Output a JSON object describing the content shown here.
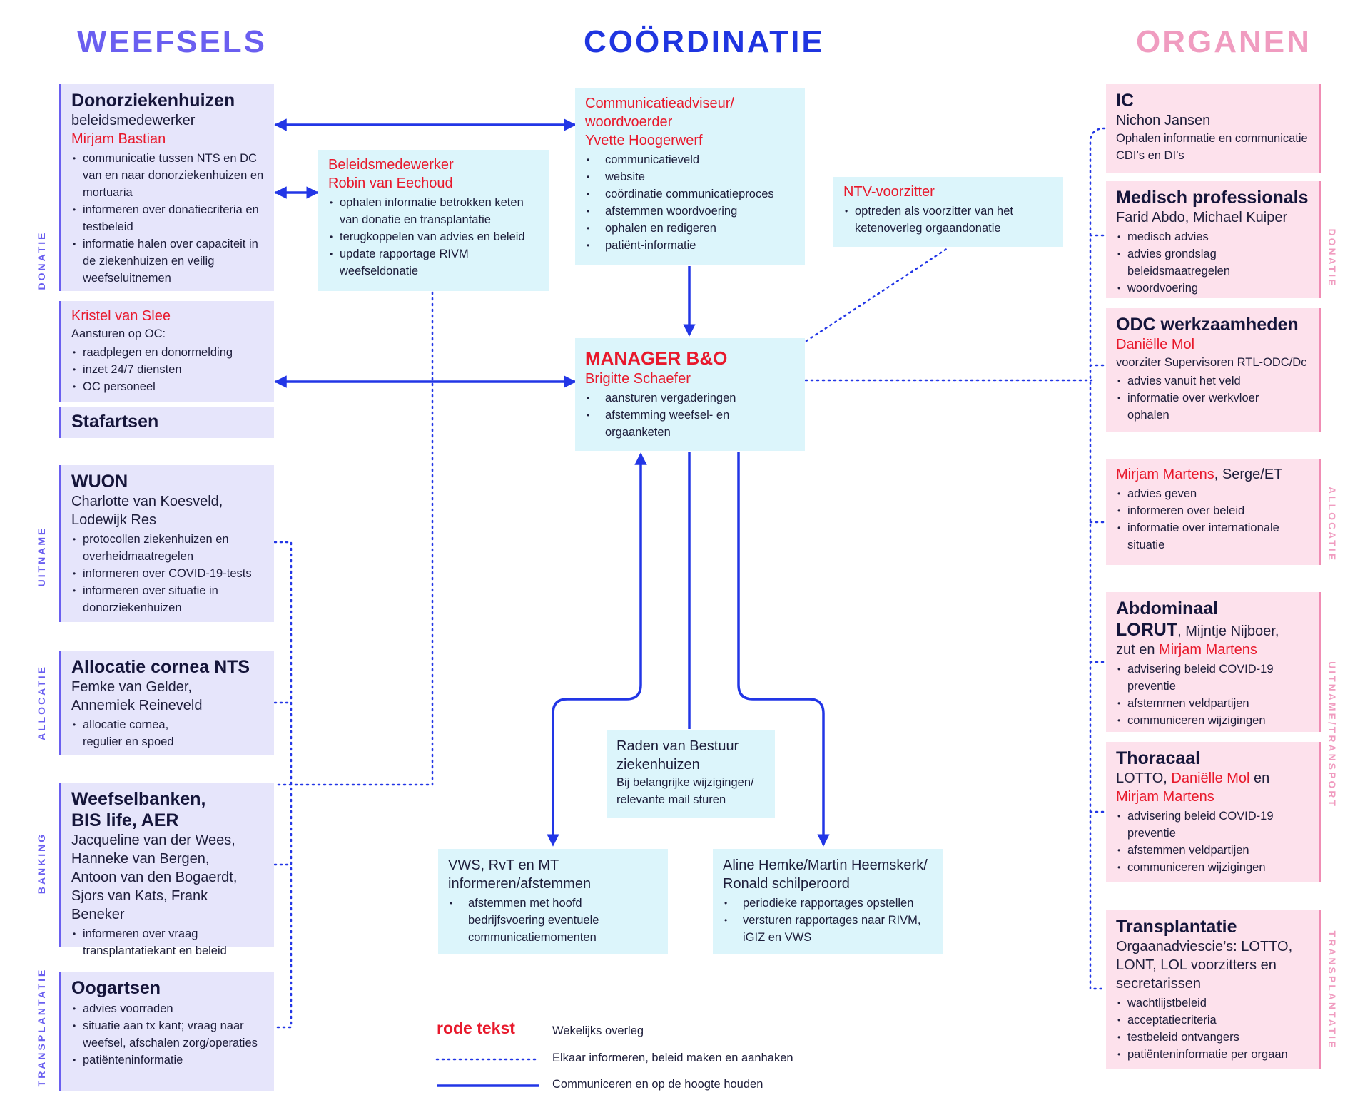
{
  "headings": {
    "left": "WEEFSELS",
    "center": "COÖRDINATIE",
    "right": "ORGANEN"
  },
  "side_labels_left": {
    "donatie": "DONATIE",
    "uitname": "UITNAME",
    "allocatie": "ALLOCATIE",
    "banking": "BANKING",
    "transplantatie": "TRANSPLANTATIE"
  },
  "side_labels_right": {
    "donatie": "DONATIE",
    "allocatie": "ALLOCATIE",
    "uitname_transport": "UITNAME/TRANSPORT",
    "transplantatie": "TRANSPLANTATIE"
  },
  "left": {
    "donorziekenhuizen": {
      "title": "Donorziekenhuizen",
      "role": "beleidsmedewerker",
      "person": "Mirjam Bastian",
      "bullets": [
        "communicatie tussen NTS en DC van en naar donorziekenhuizen en mortuaria",
        "informeren over donatiecriteria en testbeleid",
        "informatie halen over capaciteit in de ziekenhuizen en veilig weefseluitnemen"
      ]
    },
    "kristel": {
      "person": "Kristel van Slee",
      "role": "Aansturen op OC:",
      "bullets": [
        "raadplegen en donormelding",
        "inzet 24/7 diensten",
        "OC personeel"
      ]
    },
    "stafartsen": {
      "title": "Stafartsen"
    },
    "wuon": {
      "title": "WUON",
      "names": [
        "Charlotte van Koesveld,",
        "Lodewijk Res"
      ],
      "bullets": [
        "protocollen ziekenhuizen en overheidmaatregelen",
        "informeren over COVID-19-tests",
        "informeren over situatie in donorziekenhuizen"
      ]
    },
    "allocatie": {
      "title": "Allocatie cornea NTS",
      "names": [
        "Femke van Gelder,",
        "Annemiek Reineveld"
      ],
      "bullets": [
        "allocatie cornea, regulier en spoed"
      ]
    },
    "weefselbanken": {
      "title_lines": [
        "Weefselbanken,",
        "BIS life, AER"
      ],
      "names": [
        "Jacqueline van der Wees,",
        "Hanneke van Bergen,",
        "Antoon van den Bogaerdt,",
        "Sjors van Kats, Frank Beneker"
      ],
      "bullets": [
        "informeren over vraag transplantatiekant en beleid"
      ]
    },
    "oogartsen": {
      "title": "Oogartsen",
      "bullets": [
        "advies voorraden",
        "situatie aan tx kant; vraag naar weefsel, afschalen zorg/operaties",
        "patiënteninformatie"
      ]
    }
  },
  "center": {
    "communicatie": {
      "role_lines": [
        "Communicatieadviseur/",
        "woordvoerder"
      ],
      "person": "Yvette Hoogerwerf",
      "bullets": [
        "communicatieveld",
        "website",
        "coördinatie communicatieproces",
        "afstemmen woordvoering",
        "ophalen en redigeren",
        "patiënt-informatie"
      ]
    },
    "beleid": {
      "role": "Beleidsmedewerker",
      "person": "Robin van Eechoud",
      "bullets": [
        "ophalen informatie betrokken keten van donatie en transplantatie",
        "terugkoppelen van advies en beleid",
        "update rapportage RIVM weefseldonatie"
      ]
    },
    "ntv": {
      "role": "NTV-voorzitter",
      "bullets": [
        "optreden als voorzitter van het ketenoverleg orgaandonatie"
      ]
    },
    "manager": {
      "title": "MANAGER B&O",
      "person": "Brigitte Schaefer",
      "bullets": [
        "aansturen vergaderingen",
        "afstemming weefsel- en orgaanketen"
      ]
    },
    "raden": {
      "title_lines": [
        "Raden van Bestuur",
        "ziekenhuizen"
      ],
      "text_lines": [
        "Bij belangrijke wijzigingen/",
        "relevante mail sturen"
      ]
    },
    "vws": {
      "title_lines": [
        "VWS, RvT en MT",
        "informeren/afstemmen"
      ],
      "bullets": [
        "afstemmen met hoofd bedrijfsvoering eventuele communicatiemomenten"
      ]
    },
    "aline": {
      "title_lines": [
        "Aline Hemke/Martin Heemskerk/",
        "Ronald schilperoord"
      ],
      "bullets": [
        "periodieke rapportages opstellen",
        "versturen rapportages naar RIVM, iGIZ en VWS"
      ]
    }
  },
  "right": {
    "ic": {
      "title": "IC",
      "names": "Nichon Jansen",
      "text": "Ophalen informatie en communicatie CDI’s en DI’s"
    },
    "medisch": {
      "title": "Medisch professionals",
      "names": "Farid Abdo, Michael Kuiper",
      "bullets": [
        "medisch advies",
        "advies grondslag beleidsmaatregelen",
        "woordvoering"
      ]
    },
    "odc": {
      "title": "ODC werkzaamheden",
      "person": "Daniëlle Mol",
      "role": "voorziter Supervisoren RTL-ODC/Dc",
      "bullets": [
        "advies vanuit het veld",
        "informatie  over werkvloer ophalen"
      ]
    },
    "allocatie": {
      "person": "Mirjam Martens",
      "names_suffix": ", Serge/ET",
      "bullets": [
        "advies geven",
        "informeren over beleid",
        "informatie  over internationale situatie"
      ]
    },
    "abdominaal": {
      "title": "Abdominaal",
      "title2": "LORUT",
      "names_a": ", Mijntje Nijboer,",
      "names_b": "zut en ",
      "person": "Mirjam Martens",
      "bullets": [
        "advisering beleid COVID-19 preventie",
        "afstemmen veldpartijen",
        "communiceren wijzigingen"
      ]
    },
    "thoracaal": {
      "title": "Thoracaal",
      "names_a": "LOTTO, ",
      "person1": "Daniëlle Mol",
      "names_b": " en",
      "person2": "Mirjam Martens",
      "bullets": [
        "advisering beleid COVID-19 preventie",
        "afstemmen veldpartijen",
        "communiceren wijzigingen"
      ]
    },
    "transplantatie": {
      "title": "Transplantatie",
      "text_lines": [
        "Orgaanadviescie’s: LOTTO,",
        "LONT, LOL voorzitters en",
        "secretarissen"
      ],
      "bullets": [
        "wachtlijstbeleid",
        "acceptatiecriteria",
        "testbeleid ontvangers",
        "patiënteninformatie per orgaan"
      ]
    }
  },
  "legend": {
    "red_text": "rode tekst",
    "red_desc": "Wekelijks overleg",
    "dotted_desc": "Elkaar informeren, beleid maken en aanhaken",
    "solid_desc": "Communiceren en op de hoogte houden"
  },
  "colors": {
    "blue_line": "#2236e6",
    "red": "#e8192c",
    "lavender": "#e6e5fb",
    "cyan": "#dcf5fb",
    "pink": "#fde1ec",
    "heading_left": "#6a5ff0",
    "heading_center": "#1f35e0",
    "heading_right": "#f09cc0"
  }
}
